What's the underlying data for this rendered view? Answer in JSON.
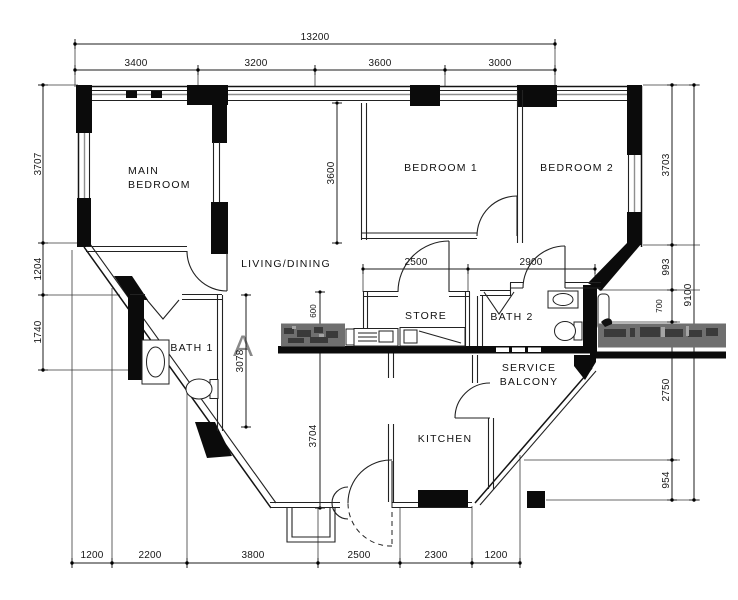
{
  "floorplan": {
    "rooms": {
      "main_bedroom_line1": "MAIN",
      "main_bedroom_line2": "BEDROOM",
      "bedroom1": "BEDROOM 1",
      "bedroom2": "BEDROOM 2",
      "living_dining": "LIVING/DINING",
      "bath1": "BATH 1",
      "store": "STORE",
      "bath2": "BATH 2",
      "service_line1": "SERVICE",
      "service_line2": "BALCONY",
      "kitchen": "KITCHEN"
    },
    "dims_top": {
      "overall": "13200",
      "segs": [
        "3400",
        "3200",
        "3600",
        "3000"
      ]
    },
    "dims_left": {
      "segs": [
        "3707",
        "1204",
        "1740"
      ]
    },
    "dims_right": {
      "overall": "9100",
      "segs": [
        "3703",
        "993",
        "700",
        "2750",
        "954"
      ]
    },
    "dims_bottom": {
      "segs": [
        "1200",
        "2200",
        "3800",
        "2500",
        "2300",
        "1200"
      ]
    },
    "dims_interior": {
      "living_depth": "3600",
      "store_width": "2500",
      "bath2_width": "2900",
      "bath1_depth": "3078",
      "hall_depth": "3704",
      "counter_depth": "600"
    },
    "scan_artifact_letter": "A",
    "colors": {
      "ink": "#161616",
      "wall": "#0b0b0b",
      "window_gray": "#8f8f8f",
      "watermark": "#6f6f6f"
    }
  }
}
